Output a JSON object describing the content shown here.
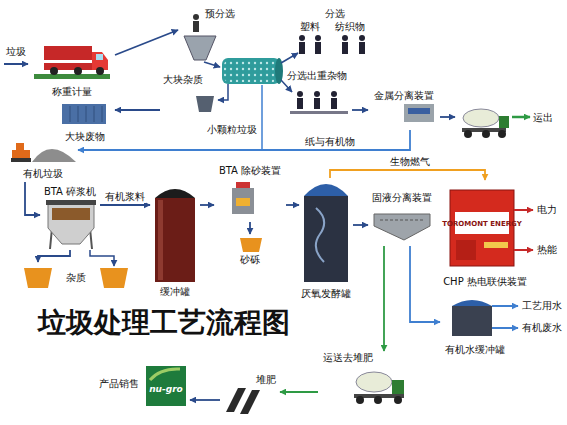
{
  "diagram": {
    "title": "垃圾处理工艺流程图",
    "nodes": [
      {
        "text": [
          "称重计量"
        ]
      },
      {
        "text": [
          "预分选"
        ]
      },
      {
        "text": [
          "大块杂质"
        ]
      },
      {
        "text": [
          "大块废物"
        ]
      },
      {
        "text": [
          "分选",
          "塑料",
          "纺织物"
        ]
      },
      {
        "text": [
          "分选出重杂物"
        ]
      },
      {
        "text": [
          "金属分离装置"
        ]
      },
      {
        "text": [
          "运出"
        ]
      },
      {
        "text": [
          "有机垃圾"
        ]
      },
      {
        "text": [
          "BTA 碎浆机"
        ]
      },
      {
        "text": [
          "杂质"
        ]
      },
      {
        "text": [
          "缓冲罐"
        ]
      },
      {
        "text": [
          "BTA 除砂装置"
        ]
      },
      {
        "text": [
          "砂砾"
        ]
      },
      {
        "text": [
          "厌氧发酵罐"
        ]
      },
      {
        "text": [
          "固液分离装置"
        ]
      },
      {
        "text": [
          "CHP 热电联供装置",
          "TOROMONT ENERGY"
        ]
      },
      {
        "text": [
          "有机水缓冲罐"
        ]
      },
      {
        "text": [
          "运送去堆肥"
        ]
      },
      {
        "text": [
          "堆肥"
        ]
      },
      {
        "text": [
          "产品销售",
          "nu-gro"
        ]
      }
    ],
    "edges": [
      {
        "from": 0,
        "to": 1,
        "arrow": "to"
      },
      {
        "from": 2,
        "to": 3,
        "arrow": "to"
      },
      {
        "from": 5,
        "to": 6,
        "arrow": "to"
      },
      {
        "from": 6,
        "to": 7,
        "arrow": "to"
      },
      {
        "from": 6,
        "to": 8,
        "label": "纸与有机物",
        "arrow": "to"
      },
      {
        "from": 8,
        "to": 9,
        "arrow": "to"
      },
      {
        "from": 9,
        "to": 10,
        "arrow": "to"
      },
      {
        "from": 9,
        "to": 11,
        "label": "有机浆料",
        "arrow": "to"
      },
      {
        "from": 11,
        "to": 12,
        "arrow": "to"
      },
      {
        "from": 12,
        "to": 13,
        "arrow": "to"
      },
      {
        "from": 12,
        "to": 14,
        "arrow": "to"
      },
      {
        "from": 14,
        "to": 15,
        "arrow": "to"
      },
      {
        "from": 14,
        "to": 16,
        "label": "生物燃气",
        "arrow": "to"
      },
      {
        "from": 15,
        "to": 17,
        "arrow": "to"
      },
      {
        "from": 15,
        "to": 18,
        "arrow": "to"
      },
      {
        "from": 18,
        "to": 19,
        "arrow": "to"
      },
      {
        "from": 19,
        "to": 20,
        "arrow": "to"
      }
    ],
    "labels": [
      "垃圾",
      "小颗粒垃圾",
      "电力",
      "热能",
      "工艺用水",
      "有机废水"
    ]
  }
}
